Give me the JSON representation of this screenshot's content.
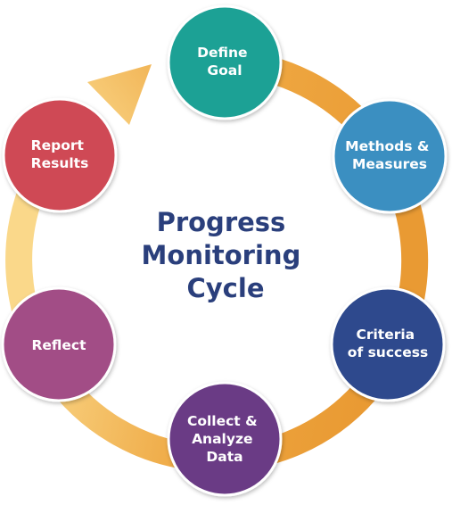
{
  "title_lines": [
    "Progress",
    "Monitoring",
    "Cycle"
  ],
  "stages": [
    {
      "lines": [
        "Define",
        "Goal"
      ],
      "color": "#1aa195"
    },
    {
      "lines": [
        "Methods &",
        "Measures"
      ],
      "color": "#3a8fc1"
    },
    {
      "lines": [
        "Criteria",
        "of success"
      ],
      "color": "#2d4a8d"
    },
    {
      "lines": [
        "Collect &",
        "Analyze",
        "Data"
      ],
      "color": "#6a3a85"
    },
    {
      "lines": [
        "Reflect"
      ],
      "color": "#a24d86"
    },
    {
      "lines": [
        "Report",
        "Results"
      ],
      "color": "#cf4a55"
    }
  ],
  "colors": {
    "ring_dark": "#e99a33",
    "ring_light": "#fad88a",
    "title": "#2a3f7c"
  }
}
